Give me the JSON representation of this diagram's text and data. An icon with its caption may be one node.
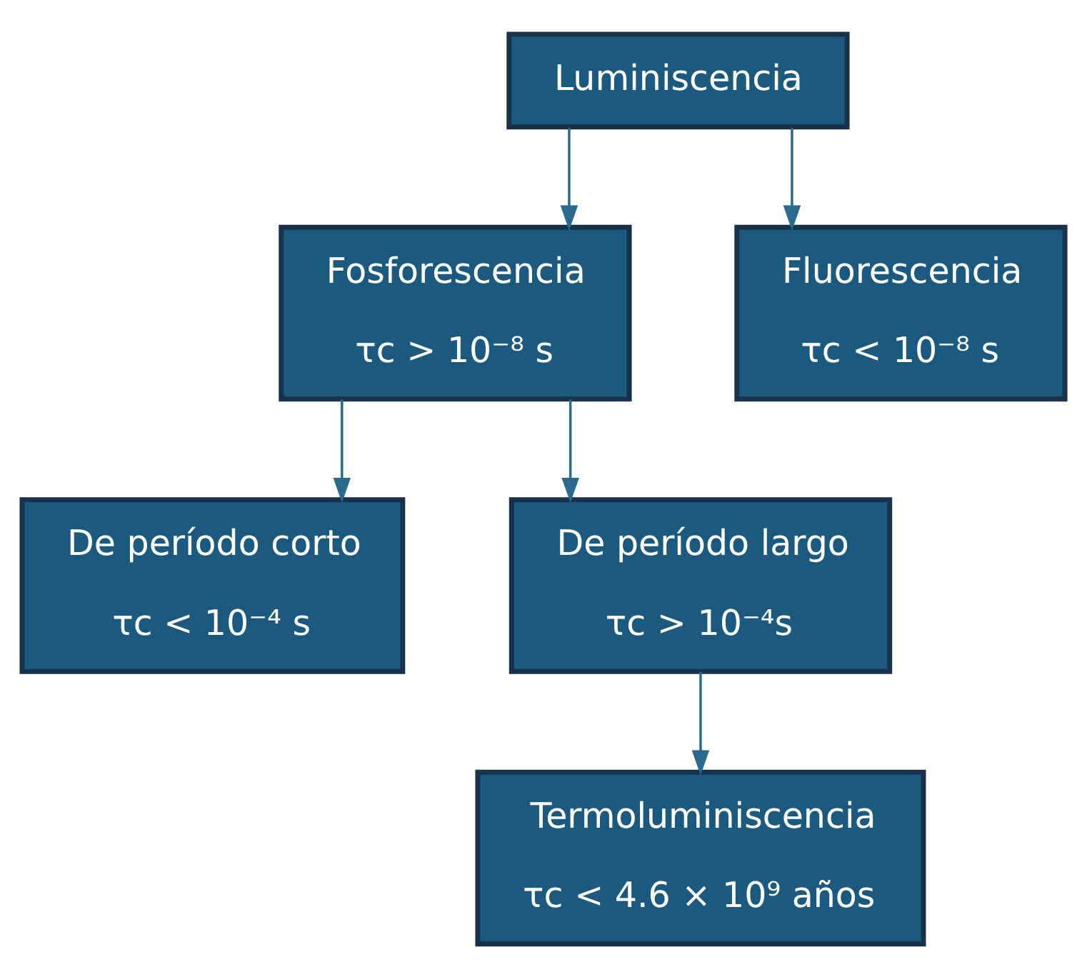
{
  "diagram": {
    "nodes": [
      {
        "text": [
          "Luminiscencia"
        ]
      },
      {
        "text": [
          "Fosforescencia",
          "τc > 10⁻⁸ s"
        ]
      },
      {
        "text": [
          "Fluorescencia",
          "τc < 10⁻⁸ s"
        ]
      },
      {
        "text": [
          "De período corto",
          "τc < 10⁻⁴ s"
        ]
      },
      {
        "text": [
          "De período largo",
          "τc > 10⁻⁴s"
        ]
      },
      {
        "text": [
          "Termoluminiscencia",
          "τc < 4.6 × 10⁹ años"
        ]
      }
    ],
    "edges": [
      {
        "from": 0,
        "to": 1,
        "arrow": "to"
      },
      {
        "from": 0,
        "to": 2,
        "arrow": "to"
      },
      {
        "from": 1,
        "to": 3,
        "arrow": "to"
      },
      {
        "from": 1,
        "to": 4,
        "arrow": "to"
      },
      {
        "from": 4,
        "to": 5,
        "arrow": "to"
      }
    ]
  }
}
